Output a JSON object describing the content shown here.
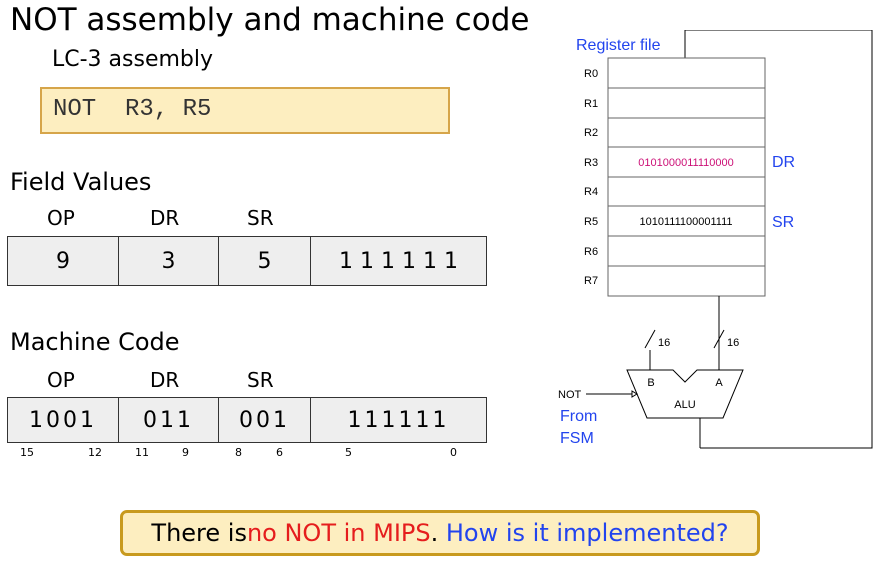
{
  "title": "NOT assembly and machine code",
  "assembly": {
    "label": "LC-3 assembly",
    "code": "NOT  R3, R5"
  },
  "field_values": {
    "label": "Field Values",
    "headers": [
      "OP",
      "DR",
      "SR"
    ],
    "cells": [
      "9",
      "3",
      "5",
      "1 1 1 1 1 1"
    ]
  },
  "machine_code": {
    "label": "Machine Code",
    "headers": [
      "OP",
      "DR",
      "SR"
    ],
    "cells": [
      "1001",
      "011",
      "001",
      "111111"
    ],
    "bit_numbers": [
      "15",
      "12",
      "11",
      "9",
      "8",
      "6",
      "5",
      "0"
    ]
  },
  "register_file": {
    "label": "Register file",
    "registers": [
      {
        "name": "R0",
        "value": "",
        "tag": ""
      },
      {
        "name": "R1",
        "value": "",
        "tag": ""
      },
      {
        "name": "R2",
        "value": "",
        "tag": ""
      },
      {
        "name": "R3",
        "value": "0101000011110000",
        "tag": "DR"
      },
      {
        "name": "R4",
        "value": "",
        "tag": ""
      },
      {
        "name": "R5",
        "value": "1010111100001111",
        "tag": "SR"
      },
      {
        "name": "R6",
        "value": "",
        "tag": ""
      },
      {
        "name": "R7",
        "value": "",
        "tag": ""
      }
    ],
    "bus_width_left": "16",
    "bus_width_right": "16",
    "alu_label": "ALU",
    "alu_input_b": "B",
    "alu_input_a": "A",
    "not_signal": "NOT",
    "from_fsm_line1": "From",
    "from_fsm_line2": "FSM"
  },
  "colors": {
    "dr_value": "#cc1177",
    "label_blue": "#2244ee",
    "highlight_red": "#e51d1d",
    "box_fill": "#fdeec0",
    "box_border": "#c89a1e"
  },
  "bottom": {
    "part1": "There is ",
    "part2": "no NOT in MIPS",
    "part3": ". ",
    "part4": "How is it implemented?"
  }
}
